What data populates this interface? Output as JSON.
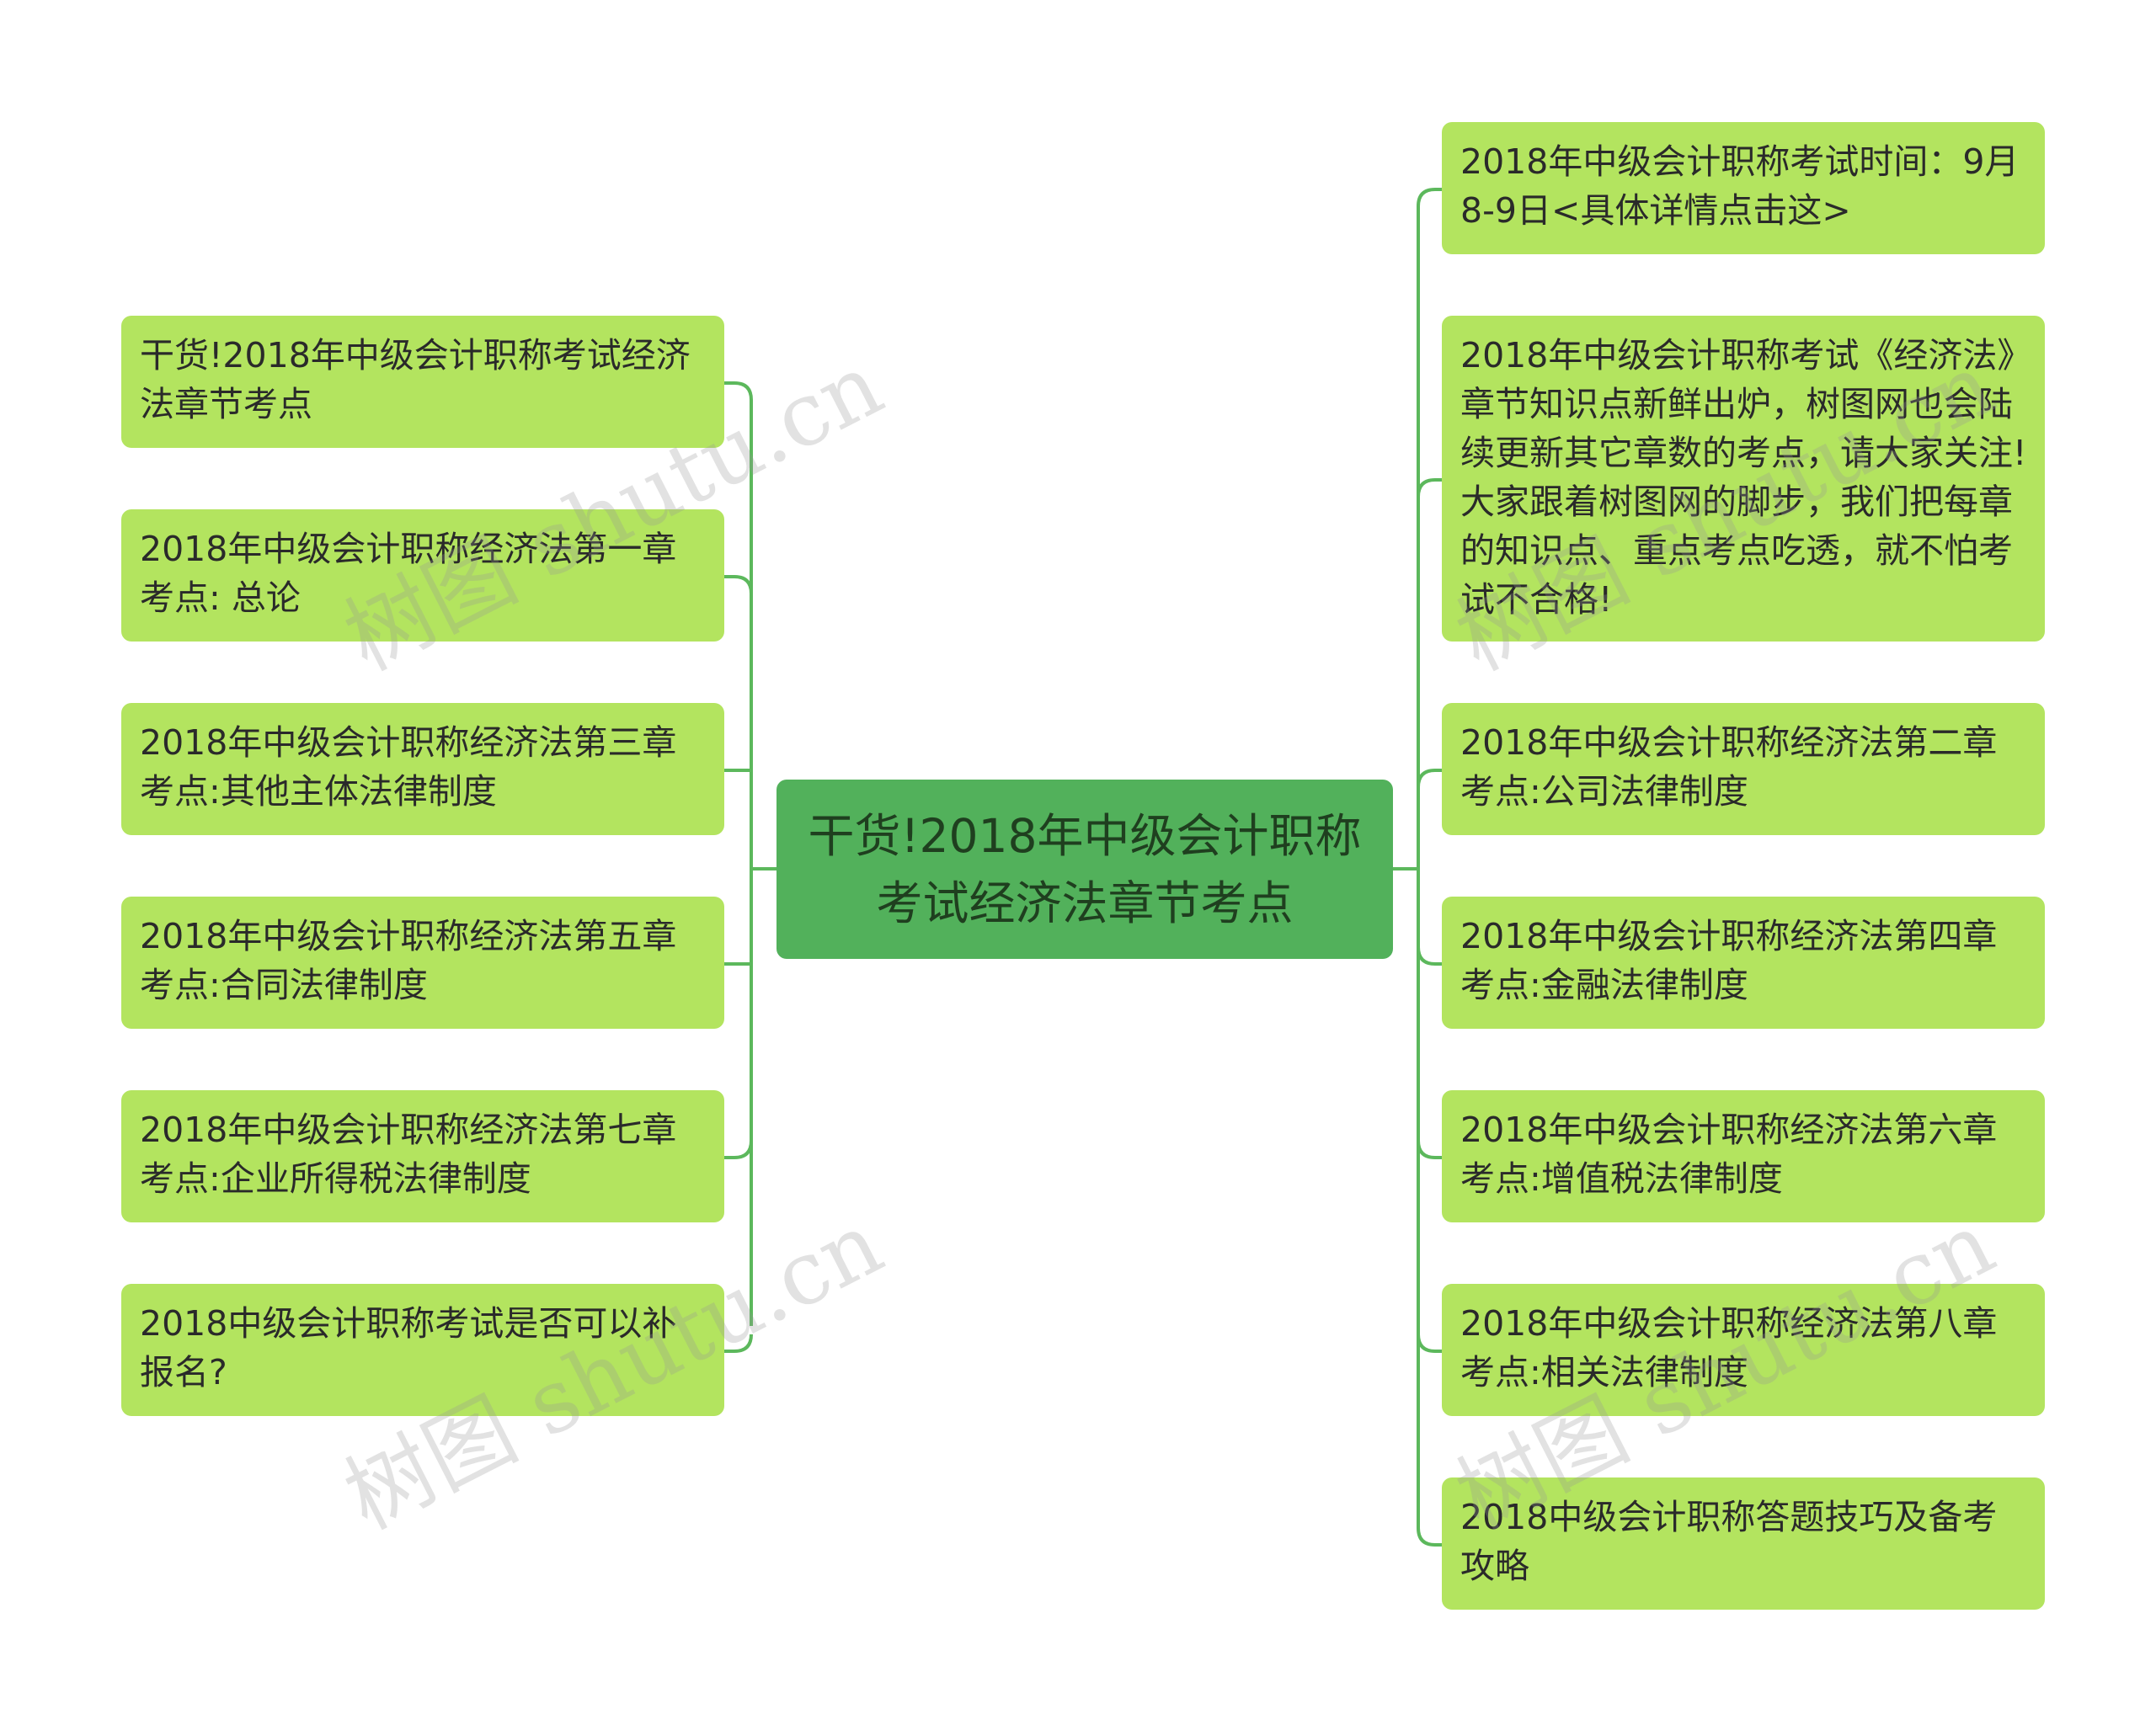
{
  "colors": {
    "center_fill": "#52b15b",
    "leaf_fill": "#b3e45f",
    "connector": "#5cb85c",
    "text": "#2a2a2a"
  },
  "center": {
    "label": "干货!2018年中级会计职称考试经济法章节考点"
  },
  "left_branches": [
    {
      "label": "干货!2018年中级会计职称考试经济法章节考点"
    },
    {
      "label": "2018年中级会计职称经济法第一章考点: 总论"
    },
    {
      "label": "2018年中级会计职称经济法第三章考点:其他主体法律制度"
    },
    {
      "label": "2018年中级会计职称经济法第五章考点:合同法律制度"
    },
    {
      "label": "2018年中级会计职称经济法第七章考点:企业所得税法律制度"
    },
    {
      "label": "2018中级会计职称考试是否可以补报名?"
    }
  ],
  "right_branches": [
    {
      "label": "2018年中级会计职称考试时间：9月8-9日<具体详情点击这>"
    },
    {
      "label": "2018年中级会计职称考试《经济法》章节知识点新鲜出炉，树图网也会陆续更新其它章数的考点，请大家关注!大家跟着树图网的脚步，我们把每章的知识点、重点考点吃透，就不怕考试不合格!"
    },
    {
      "label": "2018年中级会计职称经济法第二章考点:公司法律制度"
    },
    {
      "label": "2018年中级会计职称经济法第四章考点:金融法律制度"
    },
    {
      "label": "2018年中级会计职称经济法第六章考点:增值税法律制度"
    },
    {
      "label": "2018年中级会计职称经济法第八章考点:相关法律制度"
    },
    {
      "label": "2018中级会计职称答题技巧及备考攻略"
    }
  ],
  "watermark": "树图 shutu.cn"
}
